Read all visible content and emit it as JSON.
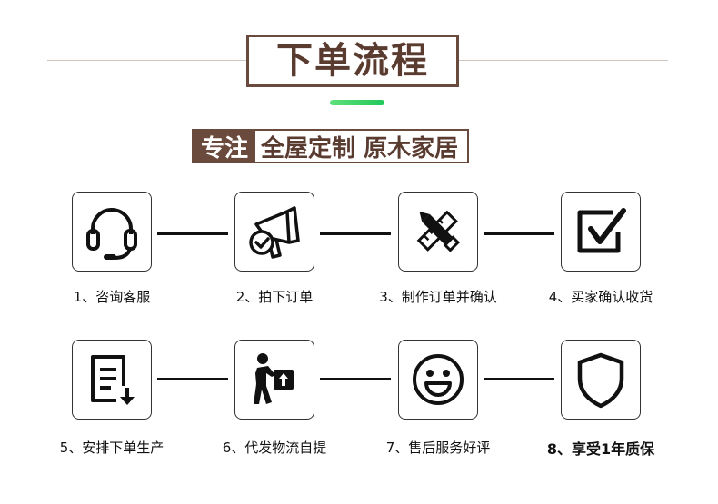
{
  "header": {
    "title": "下单流程"
  },
  "slogan": {
    "highlight": "专注",
    "text": "全屋定制 原木家居"
  },
  "steps": [
    {
      "label": "1、咨询客服",
      "icon": "headset-icon"
    },
    {
      "label": "2、拍下订单",
      "icon": "megaphone-check-icon"
    },
    {
      "label": "3、制作订单并确认",
      "icon": "pencil-ruler-icon"
    },
    {
      "label": "4、买家确认收货",
      "icon": "checkbox-icon"
    },
    {
      "label": "5、安排下单生产",
      "icon": "document-download-icon"
    },
    {
      "label": "6、代发物流自提",
      "icon": "courier-box-icon"
    },
    {
      "label": "7、售后服务好评",
      "icon": "smiley-icon"
    },
    {
      "label": "8、享受1年质保",
      "icon": "shield-icon"
    }
  ],
  "colors": {
    "brand_brown": "#6b4a3e",
    "accent_green": "#22c85a",
    "icon": "#111111"
  }
}
